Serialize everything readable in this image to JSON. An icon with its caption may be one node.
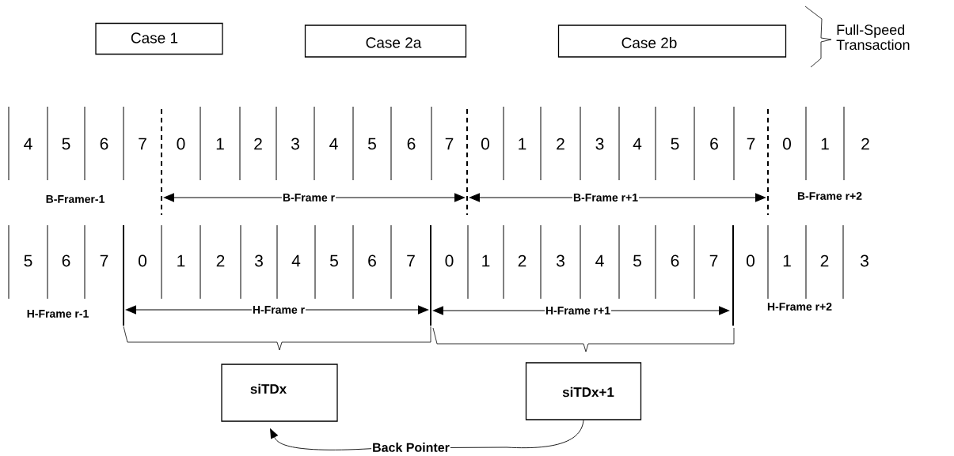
{
  "diagram": {
    "nodes": [
      {
        "text": [
          "Case 1"
        ]
      },
      {
        "text": [
          "Case 2a"
        ]
      },
      {
        "text": [
          "Case 2b"
        ]
      },
      {
        "text": [
          "siTDx"
        ]
      },
      {
        "text": [
          "siTDx+1"
        ]
      }
    ],
    "edges": [
      {
        "from": 4,
        "to": 3,
        "arrow": "to",
        "label": "Back Pointer"
      }
    ],
    "labels": [
      "Full-Speed Transaction",
      "4",
      "5",
      "6",
      "7",
      "0",
      "1",
      "2",
      "3",
      "4",
      "5",
      "6",
      "7",
      "0",
      "1",
      "2",
      "3",
      "4",
      "5",
      "6",
      "7",
      "0",
      "1",
      "2",
      "B-Framer-1",
      "B-Frame r",
      "B-Frame r+1",
      "B-Frame r+2",
      "5",
      "6",
      "7",
      "0",
      "1",
      "2",
      "3",
      "4",
      "5",
      "6",
      "7",
      "0",
      "1",
      "2",
      "3",
      "4",
      "5",
      "6",
      "7",
      "0",
      "1",
      "2",
      "3",
      "H-Frame r-1",
      "H-Frame r",
      "H-Frame r+1",
      "H-Frame r+2"
    ]
  }
}
